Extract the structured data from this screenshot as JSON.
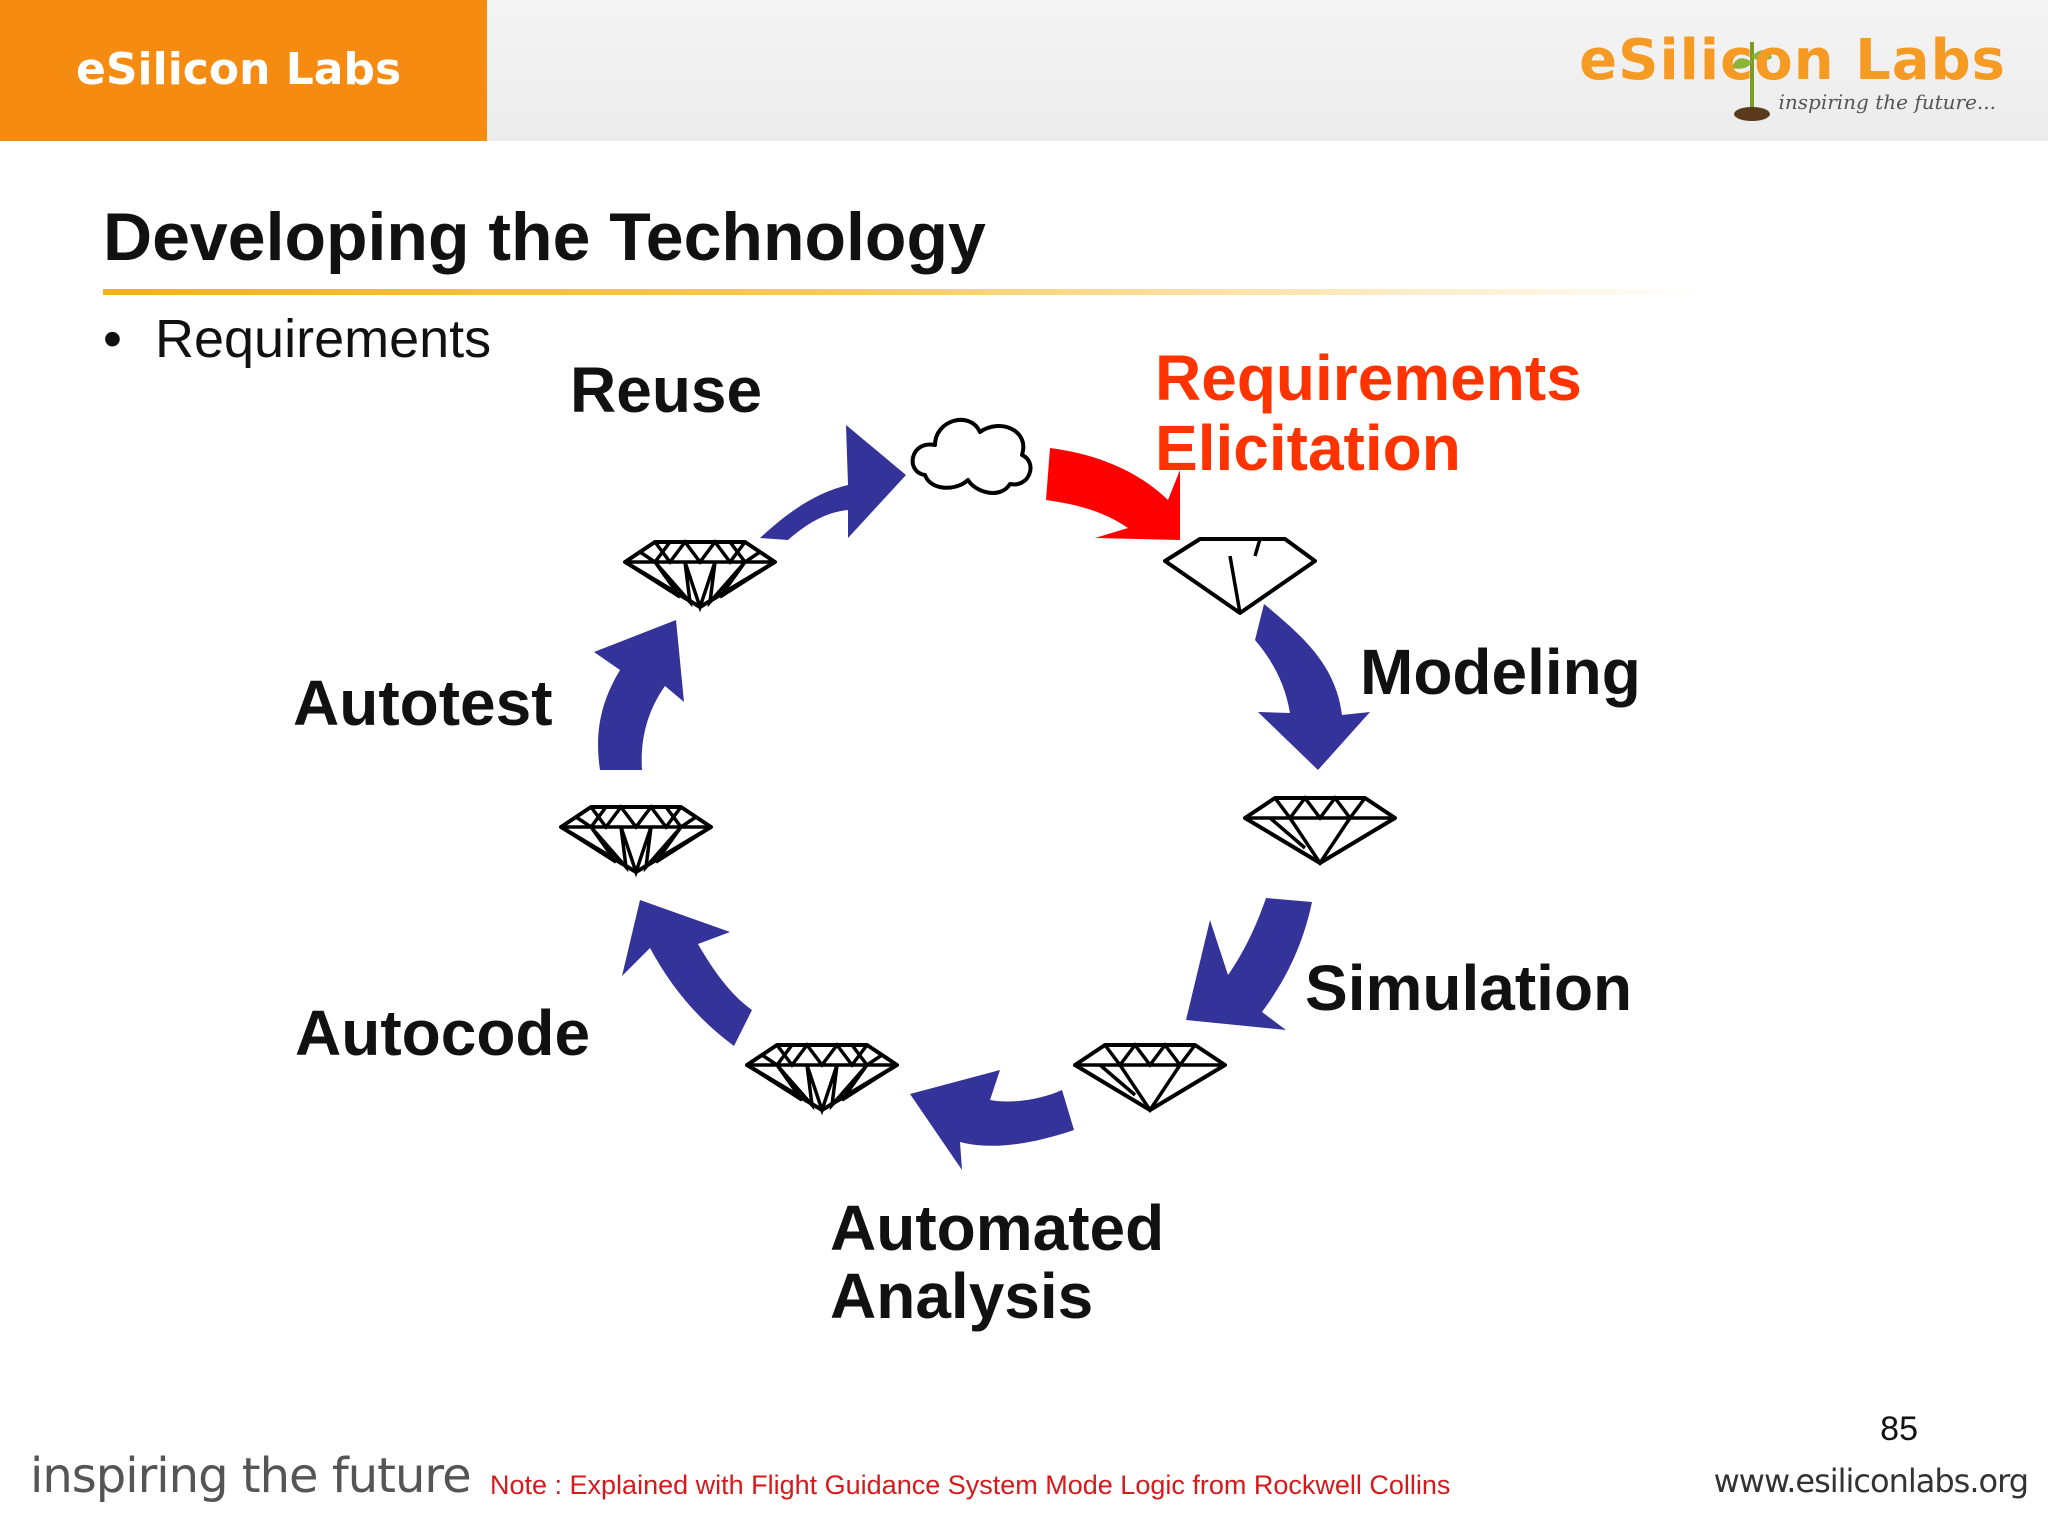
{
  "header": {
    "brand": "eSilicon Labs",
    "logo_text": "eSilicon Labs",
    "logo_tagline": "inspiring the future..."
  },
  "slide": {
    "title": "Developing the Technology",
    "bullet": "Requirements"
  },
  "diagram": {
    "stages": [
      "Requirements Elicitation",
      "Modeling",
      "Simulation",
      "Automated Analysis",
      "Autocode",
      "Autotest",
      "Reuse"
    ],
    "active_stage": "Requirements Elicitation"
  },
  "colors": {
    "accent_orange": "#f68b12",
    "arrow_blue": "#333399",
    "arrow_active": "#ff0000",
    "active_text": "#ff3300"
  },
  "footer": {
    "page_number": "85",
    "tagline": "inspiring the future",
    "note": "Note : Explained with Flight Guidance System Mode Logic from Rockwell Collins",
    "url": "www.esiliconlabs.org"
  }
}
